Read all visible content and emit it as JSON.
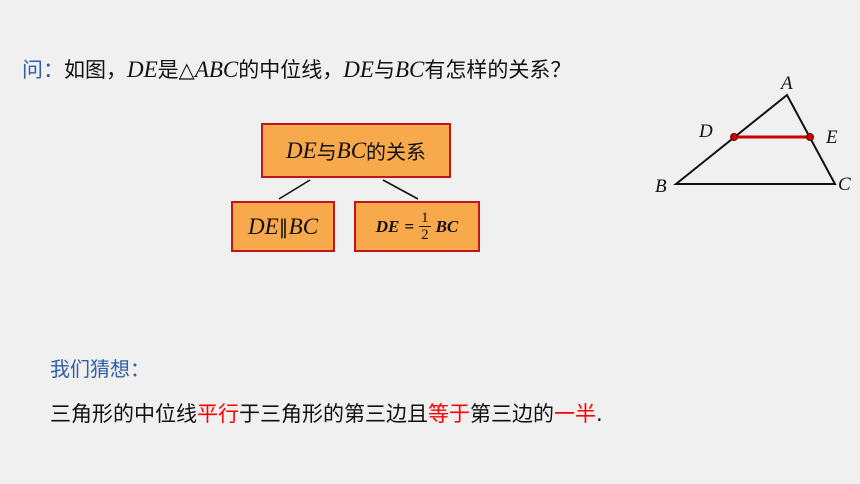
{
  "question": {
    "lead": "问：",
    "t1": "如图，",
    "de1": "DE",
    "t2": "是△",
    "abc": "ABC",
    "t3": "的中位线，",
    "de2": "DE",
    "t4": "与",
    "bc": "BC",
    "t5": "有怎样的关系？"
  },
  "diagram": {
    "main": {
      "de": "DE",
      "mid": "与",
      "bc": "BC",
      "tail": "的关系"
    },
    "left": {
      "de": "DE",
      "sym": " ∥ ",
      "bc": "BC"
    },
    "right": {
      "de": "DE",
      "eq": "=",
      "num": "1",
      "den": "2",
      "bc": "BC"
    }
  },
  "triangle": {
    "labels": {
      "A": "A",
      "B": "B",
      "C": "C",
      "D": "D",
      "E": "E"
    },
    "midline_color": "#cc0000",
    "point_color": "#cc0000"
  },
  "guess": {
    "label": "我们猜想："
  },
  "conclusion": {
    "p1": "三角形的中位线",
    "h1": "平行",
    "p2": "于三角形的第三边且",
    "h2": "等于",
    "p3": "第三边的",
    "h3": "一半",
    "p4": "."
  },
  "colors": {
    "accent_blue": "#2e5fa7",
    "highlight_red": "#ff0000",
    "box_fill": "#f8a94c",
    "box_border": "#c0161b",
    "background": "#f0f0f0"
  }
}
